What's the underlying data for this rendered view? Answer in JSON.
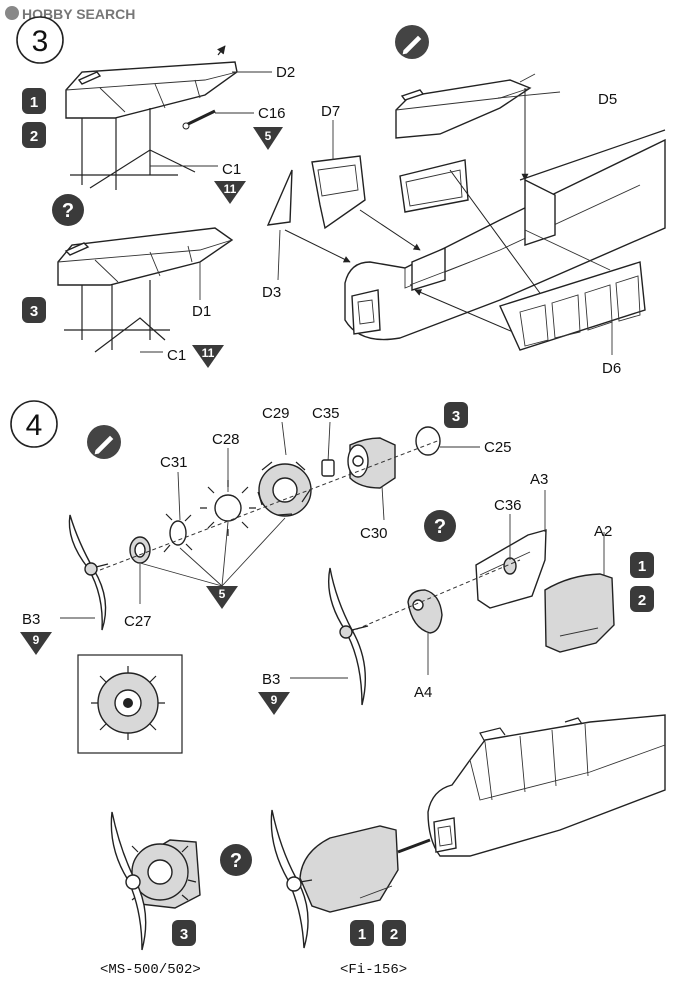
{
  "watermark": {
    "text": "HOBBY SEARCH"
  },
  "steps": {
    "s3": "3",
    "s4": "4"
  },
  "markers": {
    "n1": "1",
    "n2": "2",
    "n3": "3",
    "t5": "5",
    "t9": "9",
    "t11": "11"
  },
  "parts": {
    "D2": "D2",
    "C16": "C16",
    "C1": "C1",
    "D1": "D1",
    "D7": "D7",
    "D5": "D5",
    "D3": "D3",
    "D6": "D6",
    "C29": "C29",
    "C35": "C35",
    "C28": "C28",
    "C31": "C31",
    "C25": "C25",
    "C30": "C30",
    "C36": "C36",
    "A3": "A3",
    "A2": "A2",
    "B3": "B3",
    "C27": "C27",
    "A4": "A4"
  },
  "captions": {
    "ms500": "<MS-500/502>",
    "fi156": "<Fi-156>"
  },
  "colors": {
    "ink": "#111111",
    "marker": "#3a3a3a",
    "shade": "#d8d8d8"
  }
}
